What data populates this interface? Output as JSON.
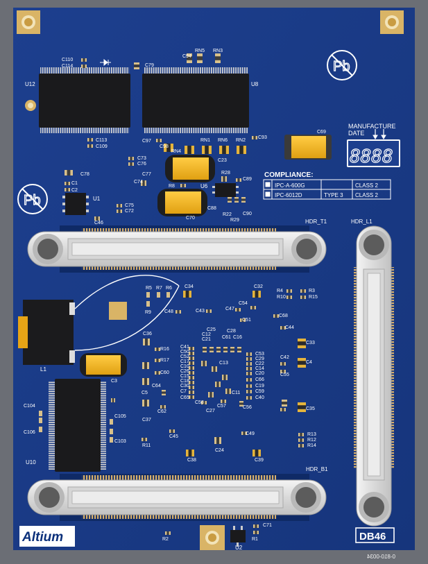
{
  "board": {
    "brand": "Altium",
    "board_id": "DB46",
    "part_number_mirrored": "0-810-0034",
    "manufacture_label": "MANUFACTURE",
    "date_label": "DATE",
    "date_digits": "8888",
    "headers": [
      "HDR_T1",
      "HDR_L1",
      "HDR_B1"
    ]
  },
  "compliance": {
    "heading": "COMPLIANCE:",
    "rows": [
      {
        "standard": "IPC-A-600G",
        "type": "",
        "class": "CLASS 2"
      },
      {
        "standard": "IPC-6012D",
        "type": "TYPE 3",
        "class": "CLASS 2"
      }
    ]
  },
  "designators": [
    "U12",
    "U8",
    "U1",
    "U6",
    "U10",
    "U2",
    "L1",
    "C110",
    "C114",
    "C79",
    "C94",
    "RN5",
    "RN3",
    "C113",
    "C109",
    "C97",
    "C98",
    "RN4",
    "RN1",
    "RN6",
    "RN2",
    "C93",
    "C69",
    "C78",
    "C1",
    "C2",
    "C73",
    "C76",
    "C77",
    "C74",
    "C75",
    "C72",
    "C46",
    "R8",
    "C23",
    "R28",
    "C89",
    "C88",
    "C70",
    "R22",
    "R29",
    "C90",
    "R5",
    "R7",
    "R6",
    "R9",
    "C34",
    "C48",
    "C43",
    "C47",
    "C51",
    "C54",
    "C32",
    "R4",
    "R3",
    "R10",
    "R15",
    "C68",
    "C44",
    "C36",
    "R16",
    "R17",
    "C60",
    "C41",
    "C50",
    "C52",
    "C17",
    "C10",
    "C26",
    "C15",
    "C18",
    "C30",
    "C7",
    "C65",
    "C25",
    "C12",
    "C21",
    "C28",
    "C61",
    "C16",
    "C13",
    "C53",
    "C29",
    "C22",
    "C14",
    "C20",
    "C66",
    "C19",
    "C59",
    "C40",
    "C33",
    "C42",
    "C55",
    "C4",
    "C5",
    "C64",
    "C37",
    "C62",
    "C58",
    "C27",
    "C57",
    "C11",
    "C56",
    "C35",
    "C104",
    "C106",
    "C105",
    "C103",
    "R11",
    "C45",
    "C24",
    "C49",
    "R13",
    "R12",
    "R14",
    "C38",
    "C39",
    "R2",
    "R1",
    "C71",
    "C3"
  ]
}
